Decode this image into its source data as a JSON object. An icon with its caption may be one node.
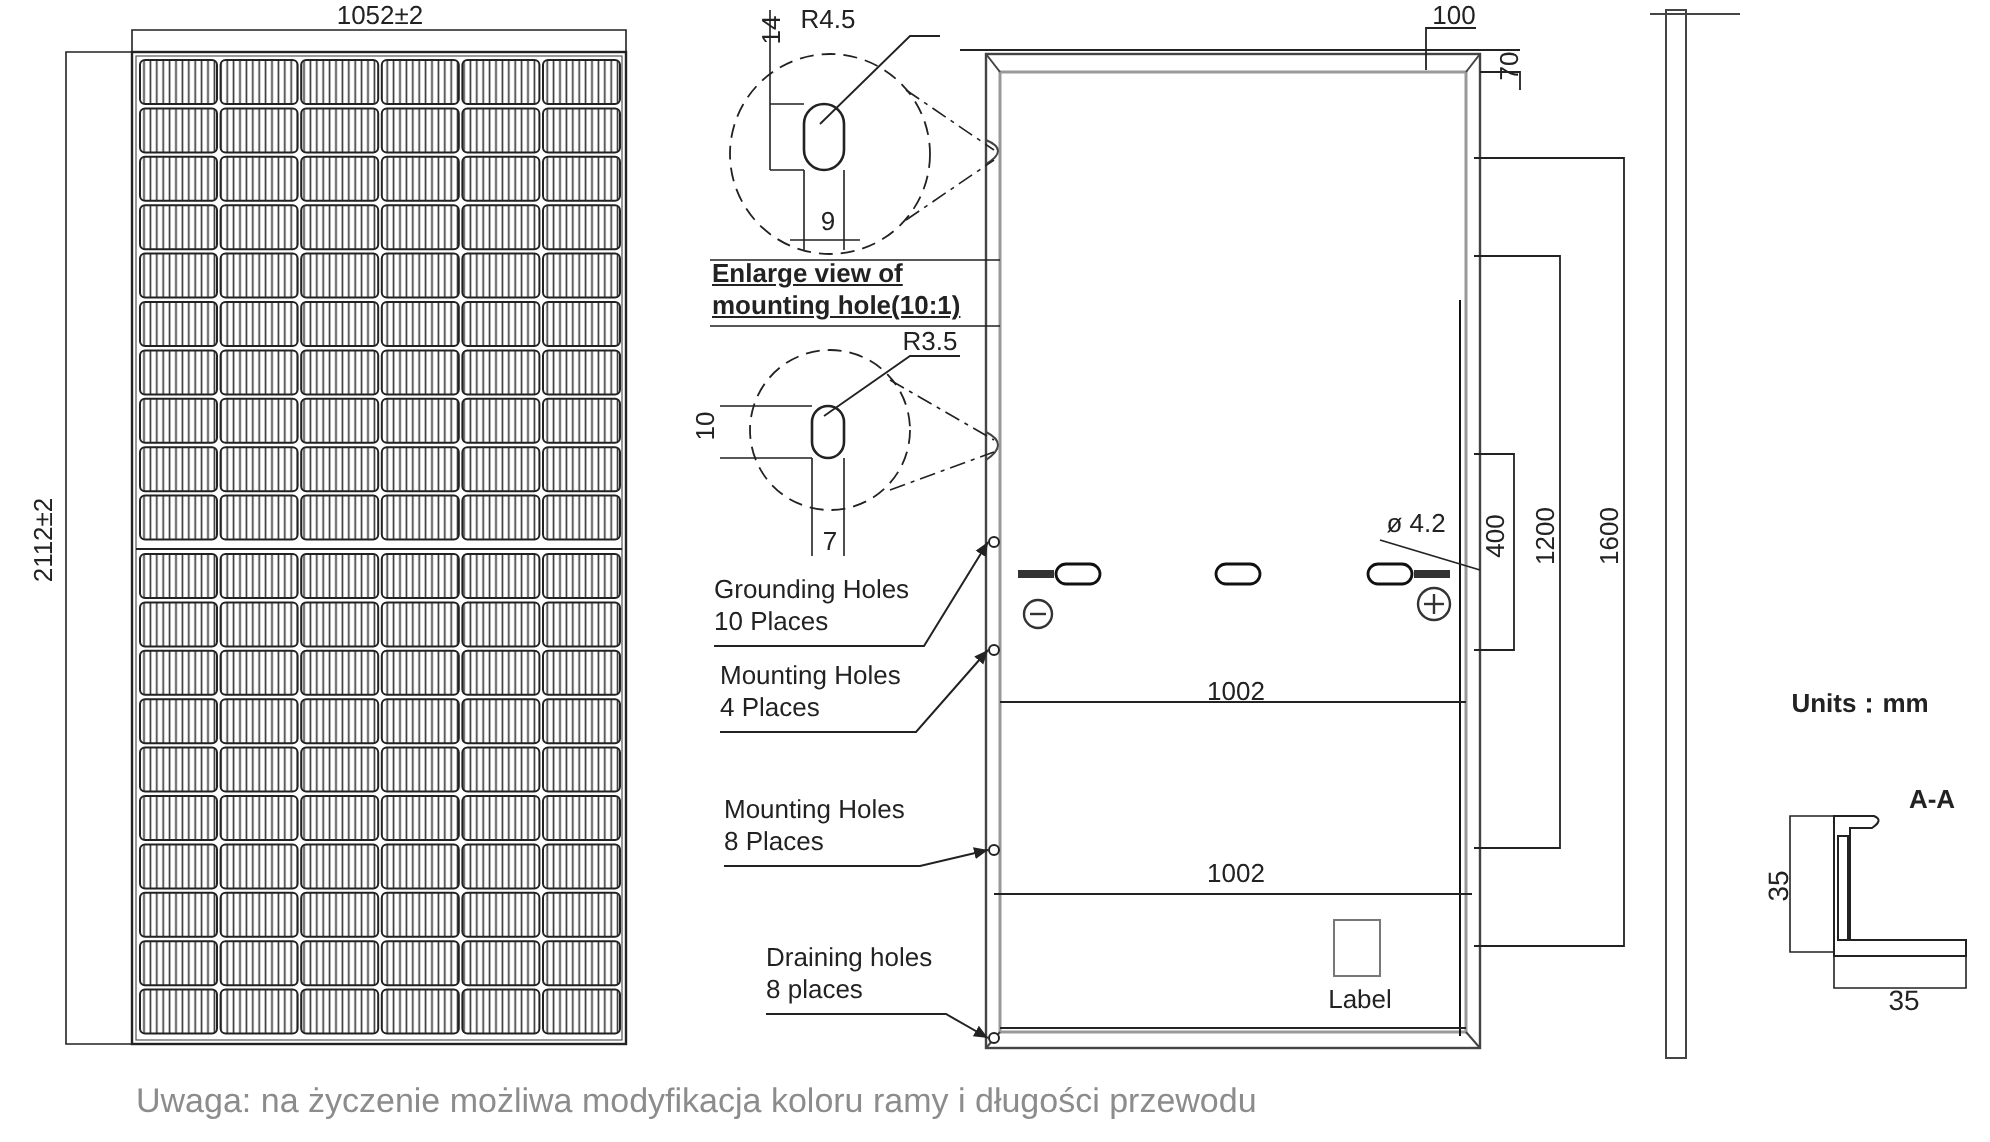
{
  "diagram": {
    "caption": "Uwaga: na życzenie możliwa modyfikacja koloru ramy i długości przewodu",
    "nodes": [
      {
        "text": [
          "Grounding Holes 10 Places"
        ]
      },
      {
        "text": [],
        "shape": "circle"
      },
      {
        "text": [
          "Mounting Holes 4 Places"
        ]
      },
      {
        "text": [],
        "shape": "circle"
      },
      {
        "text": [
          "Mounting Holes 8 Places"
        ]
      },
      {
        "text": [],
        "shape": "circle"
      },
      {
        "text": [
          "Draining holes 8 places"
        ]
      },
      {
        "text": [],
        "shape": "circle"
      }
    ],
    "edges": [
      {
        "from": 0,
        "to": 1,
        "arrow": "to"
      },
      {
        "from": 2,
        "to": 3,
        "arrow": "to"
      },
      {
        "from": 4,
        "to": 5,
        "arrow": "to"
      },
      {
        "from": 6,
        "to": 7,
        "arrow": "to"
      }
    ],
    "labels": [
      "1052±2",
      "14",
      "R4.5",
      "100",
      "70",
      "9",
      "Enlarge view of mounting hole(10:1)",
      "R3.5",
      "10",
      "2112±2",
      "ø 4.2",
      "400",
      "1200",
      "1600",
      "7",
      "Units：mm",
      "1002",
      "A-A",
      "1002",
      "35",
      "Label",
      "35"
    ]
  }
}
